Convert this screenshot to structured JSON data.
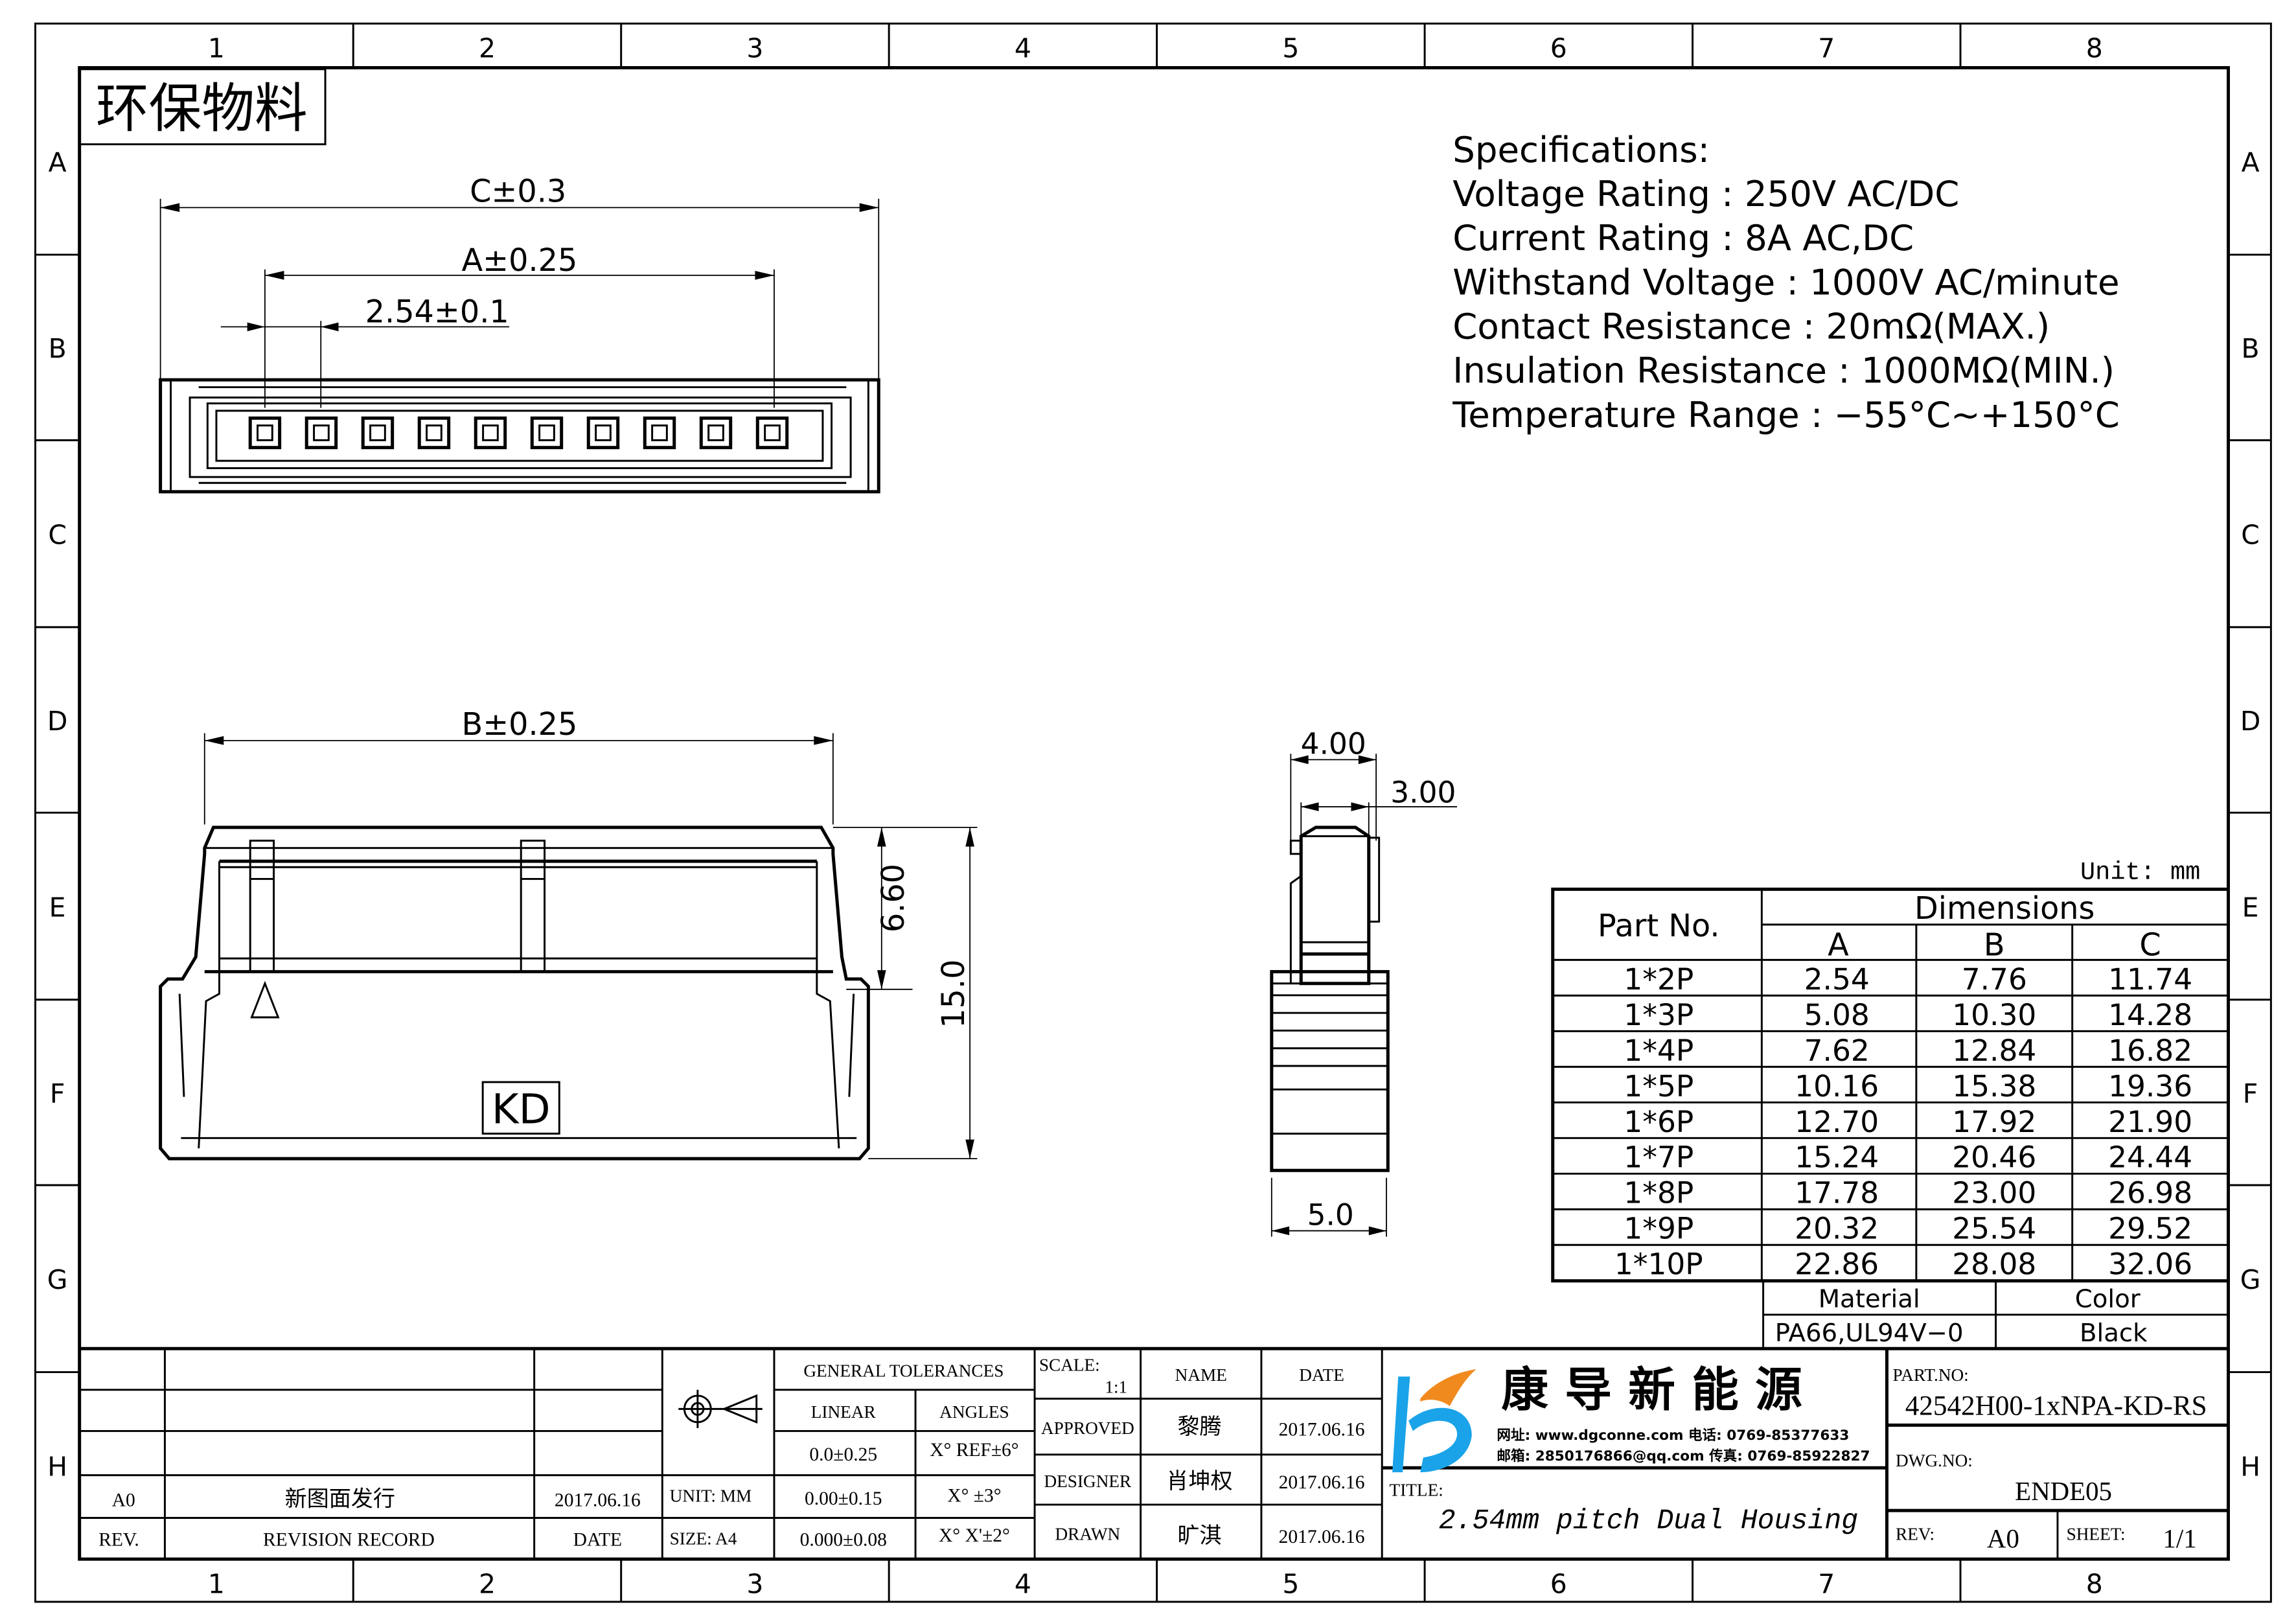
{
  "frame": {
    "columns": [
      "1",
      "2",
      "3",
      "4",
      "5",
      "6",
      "7",
      "8"
    ],
    "rows": [
      "A",
      "B",
      "C",
      "D",
      "E",
      "F",
      "G",
      "H"
    ]
  },
  "stamp": "环保物料",
  "specifications": {
    "title": "Specifications:",
    "lines": [
      "Voltage  Rating  :  250V  AC/DC",
      "Current  Rating  :  8A  AC,DC",
      "Withstand  Voltage  :  1000V  AC/minute",
      "Contact  Resistance  :  20mΩ(MAX.)",
      "Insulation  Resistance  :  1000MΩ(MIN.)",
      "Temperature  Range  :  −55°C~+150°C"
    ]
  },
  "dimensions_labels": {
    "c": "C±0.3",
    "a": "A±0.25",
    "pitch": "2.54±0.1",
    "b": "B±0.25",
    "h_660": "6.60",
    "h_150": "15.0",
    "w_400": "4.00",
    "w_300": "3.00",
    "w_50": "5.0",
    "marking": "KD"
  },
  "dimension_table": {
    "unit": "Unit:  mm",
    "part_header": "Part  No.",
    "dim_header": "Dimensions",
    "col_headers": [
      "A",
      "B",
      "C"
    ],
    "rows": [
      {
        "part": "1*2P",
        "a": "2.54",
        "b": "7.76",
        "c": "11.74"
      },
      {
        "part": "1*3P",
        "a": "5.08",
        "b": "10.30",
        "c": "14.28"
      },
      {
        "part": "1*4P",
        "a": "7.62",
        "b": "12.84",
        "c": "16.82"
      },
      {
        "part": "1*5P",
        "a": "10.16",
        "b": "15.38",
        "c": "19.36"
      },
      {
        "part": "1*6P",
        "a": "12.70",
        "b": "17.92",
        "c": "21.90"
      },
      {
        "part": "1*7P",
        "a": "15.24",
        "b": "20.46",
        "c": "24.44"
      },
      {
        "part": "1*8P",
        "a": "17.78",
        "b": "23.00",
        "c": "26.98"
      },
      {
        "part": "1*9P",
        "a": "20.32",
        "b": "25.54",
        "c": "29.52"
      },
      {
        "part": "1*10P",
        "a": "22.86",
        "b": "28.08",
        "c": "32.06"
      }
    ],
    "material_label": "Material",
    "material_value": "PA66,UL94V−0",
    "color_label": "Color",
    "color_value": "Black"
  },
  "revision": {
    "rev": "A0",
    "record": "新图面发行",
    "date": "2017.06.16",
    "rev_header": "REV.",
    "record_header": "REVISION RECORD",
    "date_header": "DATE"
  },
  "tolerances": {
    "title": "GENERAL TOLERANCES",
    "linear": "LINEAR",
    "angles": "ANGLES",
    "rows": [
      {
        "linear": "0.0±0.25",
        "angle": "X°  REF±6°"
      },
      {
        "linear": "0.00±0.15",
        "angle": "X°  ±3°"
      },
      {
        "linear": "0.000±0.08",
        "angle": "X° X'±2°"
      }
    ],
    "unit": "UNIT:  MM",
    "size": "SIZE:  A4"
  },
  "approvals": {
    "scale_label": "SCALE:",
    "scale_value": "1:1",
    "name_header": "NAME",
    "date_header": "DATE",
    "rows": [
      {
        "role": "APPROVED",
        "name": "黎腾",
        "date": "2017.06.16"
      },
      {
        "role": "DESIGNER",
        "name": "肖坤权",
        "date": "2017.06.16"
      },
      {
        "role": "DRAWN",
        "name": "旷淇",
        "date": "2017.06.16"
      }
    ]
  },
  "company": {
    "name": "康 导 新 能 源",
    "line1": "网址: www.dgconne.com   电话: 0769-85377633",
    "line2": "邮箱: 2850176866@qq.com 传真: 0769-85922827",
    "logo_blue": "#1aa3e8",
    "logo_orange": "#f08a1e"
  },
  "title_block": {
    "title_label": "TITLE:",
    "title": "2.54mm pitch Dual Housing",
    "part_no_label": "PART.NO:",
    "part_no": "42542H00-1xNPA-KD-RS",
    "dwg_no_label": "DWG.NO:",
    "dwg_no": "ENDE05",
    "rev_label": "REV:",
    "rev": "A0",
    "sheet_label": "SHEET:",
    "sheet": "1/1"
  }
}
